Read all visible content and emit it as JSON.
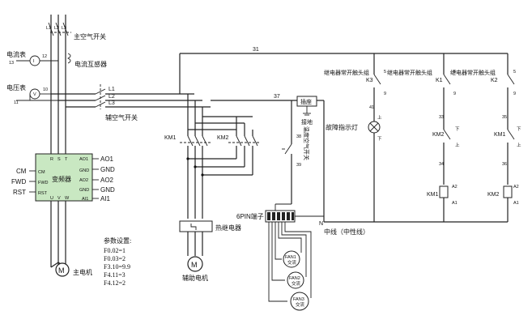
{
  "title_main_breaker": "主空气开关",
  "phases": [
    "L1",
    "L2",
    "L3"
  ],
  "ammeter": "电流表",
  "current_transformer": "电流互感器",
  "voltmeter": "电压表",
  "aux_breaker": "辅空气开关",
  "vfd": {
    "name": "变频器",
    "top_terms": [
      "R",
      "S",
      "T"
    ],
    "left_terms": [
      "CM",
      "FWD",
      "RST"
    ],
    "bottom_terms": [
      "U",
      "V",
      "W"
    ],
    "right_terms": [
      "AO1",
      "GND",
      "AO2",
      "GND",
      "AI1"
    ],
    "left_labels": [
      "CM",
      "FWD",
      "RST"
    ],
    "right_labels": [
      "AO1",
      "GND",
      "AO2",
      "GND",
      "AI1"
    ]
  },
  "main_motor": "主电机",
  "aux_motor": "辅助电机",
  "thermal_relay": "热继电器",
  "params_title": "参数设置:",
  "params": [
    "F0.02=1",
    "F0.03=2",
    "F3.10=9.9",
    "F4.11=3",
    "F4.12=2"
  ],
  "km_labels": [
    "KM1",
    "KM2"
  ],
  "aux_contacts": [
    "KM1",
    "KM2"
  ],
  "temp_switch": "温度空气开关",
  "socket": "插座",
  "ground": "接地",
  "terminal_block": "6PIN端子",
  "fans": [
    {
      "name": "FAN1",
      "ac": "交流"
    },
    {
      "name": "FAN2",
      "ac": "交流"
    },
    {
      "name": "FAN3",
      "ac": "交流"
    }
  ],
  "neutral": "中线（中性线）",
  "neutral_letter": "N",
  "relay_header": [
    "继电器常开触头组",
    "继电器常开触头组",
    "继电器常开触头组"
  ],
  "relay_ids": [
    "K3",
    "K1",
    "K2"
  ],
  "fault_lamp": "故障指示灯",
  "lamp_up": "上",
  "lamp_down": "下",
  "coils": [
    "KM1",
    "KM2"
  ],
  "interlock": [
    "KM2",
    "KM1"
  ],
  "a_terms": [
    "A2",
    "A1"
  ],
  "wire_numbers": [
    "31",
    "37",
    "38",
    "39",
    "41",
    "33",
    "34",
    "35",
    "36",
    "5",
    "9",
    "10",
    "11",
    "12",
    "13"
  ],
  "up": "上",
  "down": "下"
}
